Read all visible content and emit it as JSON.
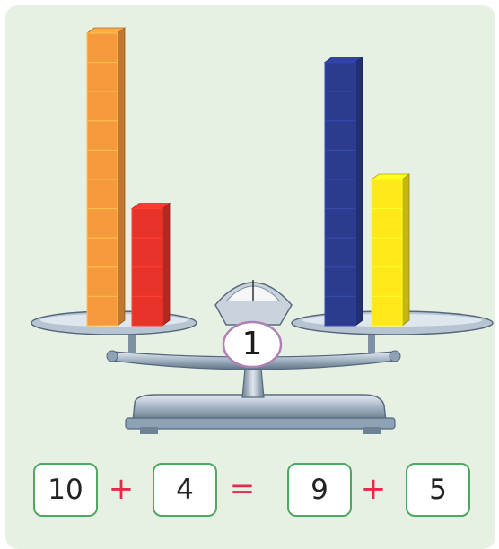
{
  "balance": {
    "indicator": "1",
    "left_pan": [
      {
        "color_name": "orange",
        "cubes": 10,
        "color": "#f59a3c"
      },
      {
        "color_name": "red",
        "cubes": 4,
        "color": "#e8332a"
      }
    ],
    "right_pan": [
      {
        "color_name": "blue",
        "cubes": 9,
        "color": "#2b3c8f"
      },
      {
        "color_name": "yellow",
        "cubes": 5,
        "color": "#ffe81a"
      }
    ]
  },
  "equation": {
    "a": "10",
    "plus1": "+",
    "b": "4",
    "equals": "=",
    "c": "9",
    "plus2": "+",
    "d": "5"
  },
  "colors": {
    "background": "#e6f1e4",
    "box_border": "#4fa862",
    "operator": "#e5294a",
    "badge_border": "#b07fb4"
  }
}
